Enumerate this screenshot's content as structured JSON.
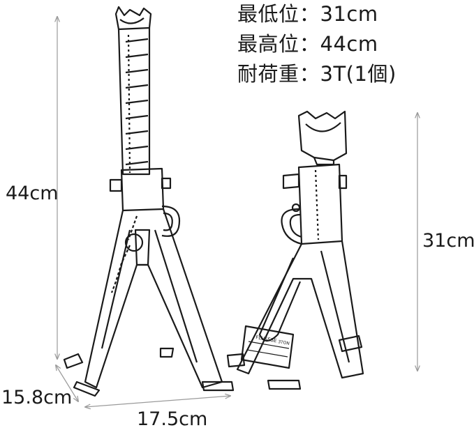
{
  "specs": [
    {
      "label": "最低位",
      "sep": "：",
      "value": "31cm"
    },
    {
      "label": "最高位",
      "sep": "：",
      "value": "44cm"
    },
    {
      "label": "耐荷重",
      "sep": "：",
      "value": "3T(1個)"
    }
  ],
  "dimensions": {
    "max_height": "44cm",
    "min_height": "31cm",
    "depth": "15.8cm",
    "width": "17.5cm"
  },
  "product_label": {
    "brand": "FLUSSSE",
    "model": "3TON"
  },
  "colors": {
    "line": "#1a1a1a",
    "dim_line": "#9a9a9a"
  }
}
